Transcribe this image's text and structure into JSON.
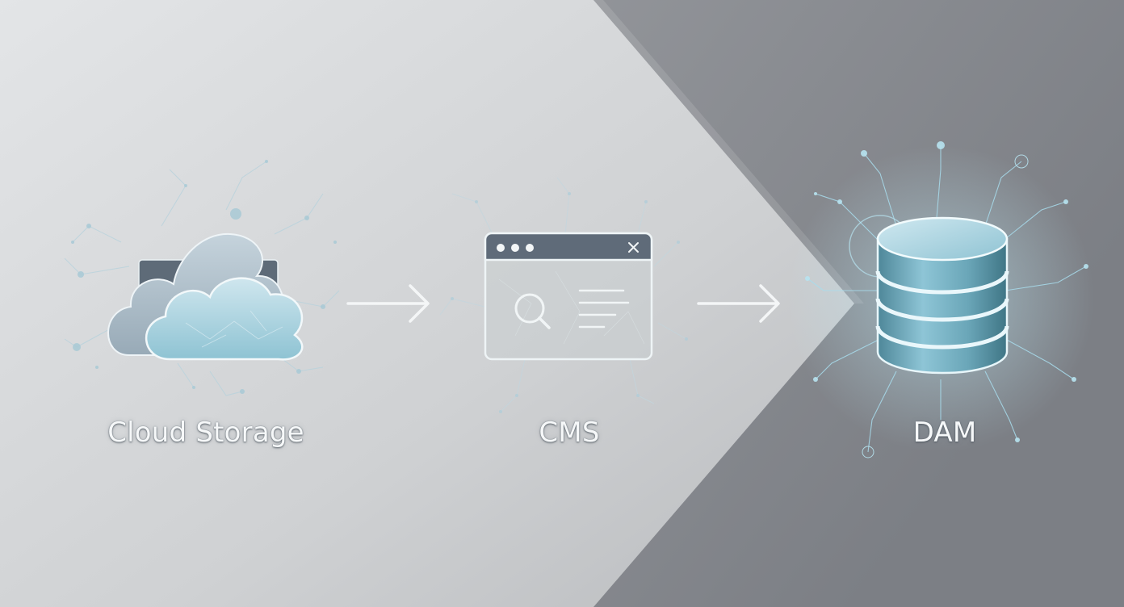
{
  "diagram": {
    "nodes": [
      {
        "id": "cloud",
        "label": "Cloud Storage",
        "icon": "cloud-storage-icon"
      },
      {
        "id": "cms",
        "label": "CMS",
        "icon": "browser-window-search-icon"
      },
      {
        "id": "dam",
        "label": "DAM",
        "icon": "database-icon"
      }
    ],
    "edges": [
      {
        "from": "cloud",
        "to": "cms",
        "icon": "arrow-right-icon"
      },
      {
        "from": "cms",
        "to": "dam",
        "icon": "arrow-right-icon"
      }
    ],
    "colors": {
      "background_light": "#e2e4e6",
      "background_dark": "#8a8c91",
      "accent": "#8ec5d6",
      "icon_dark": "#5b6774",
      "label_text": "#f6f8f9"
    }
  }
}
